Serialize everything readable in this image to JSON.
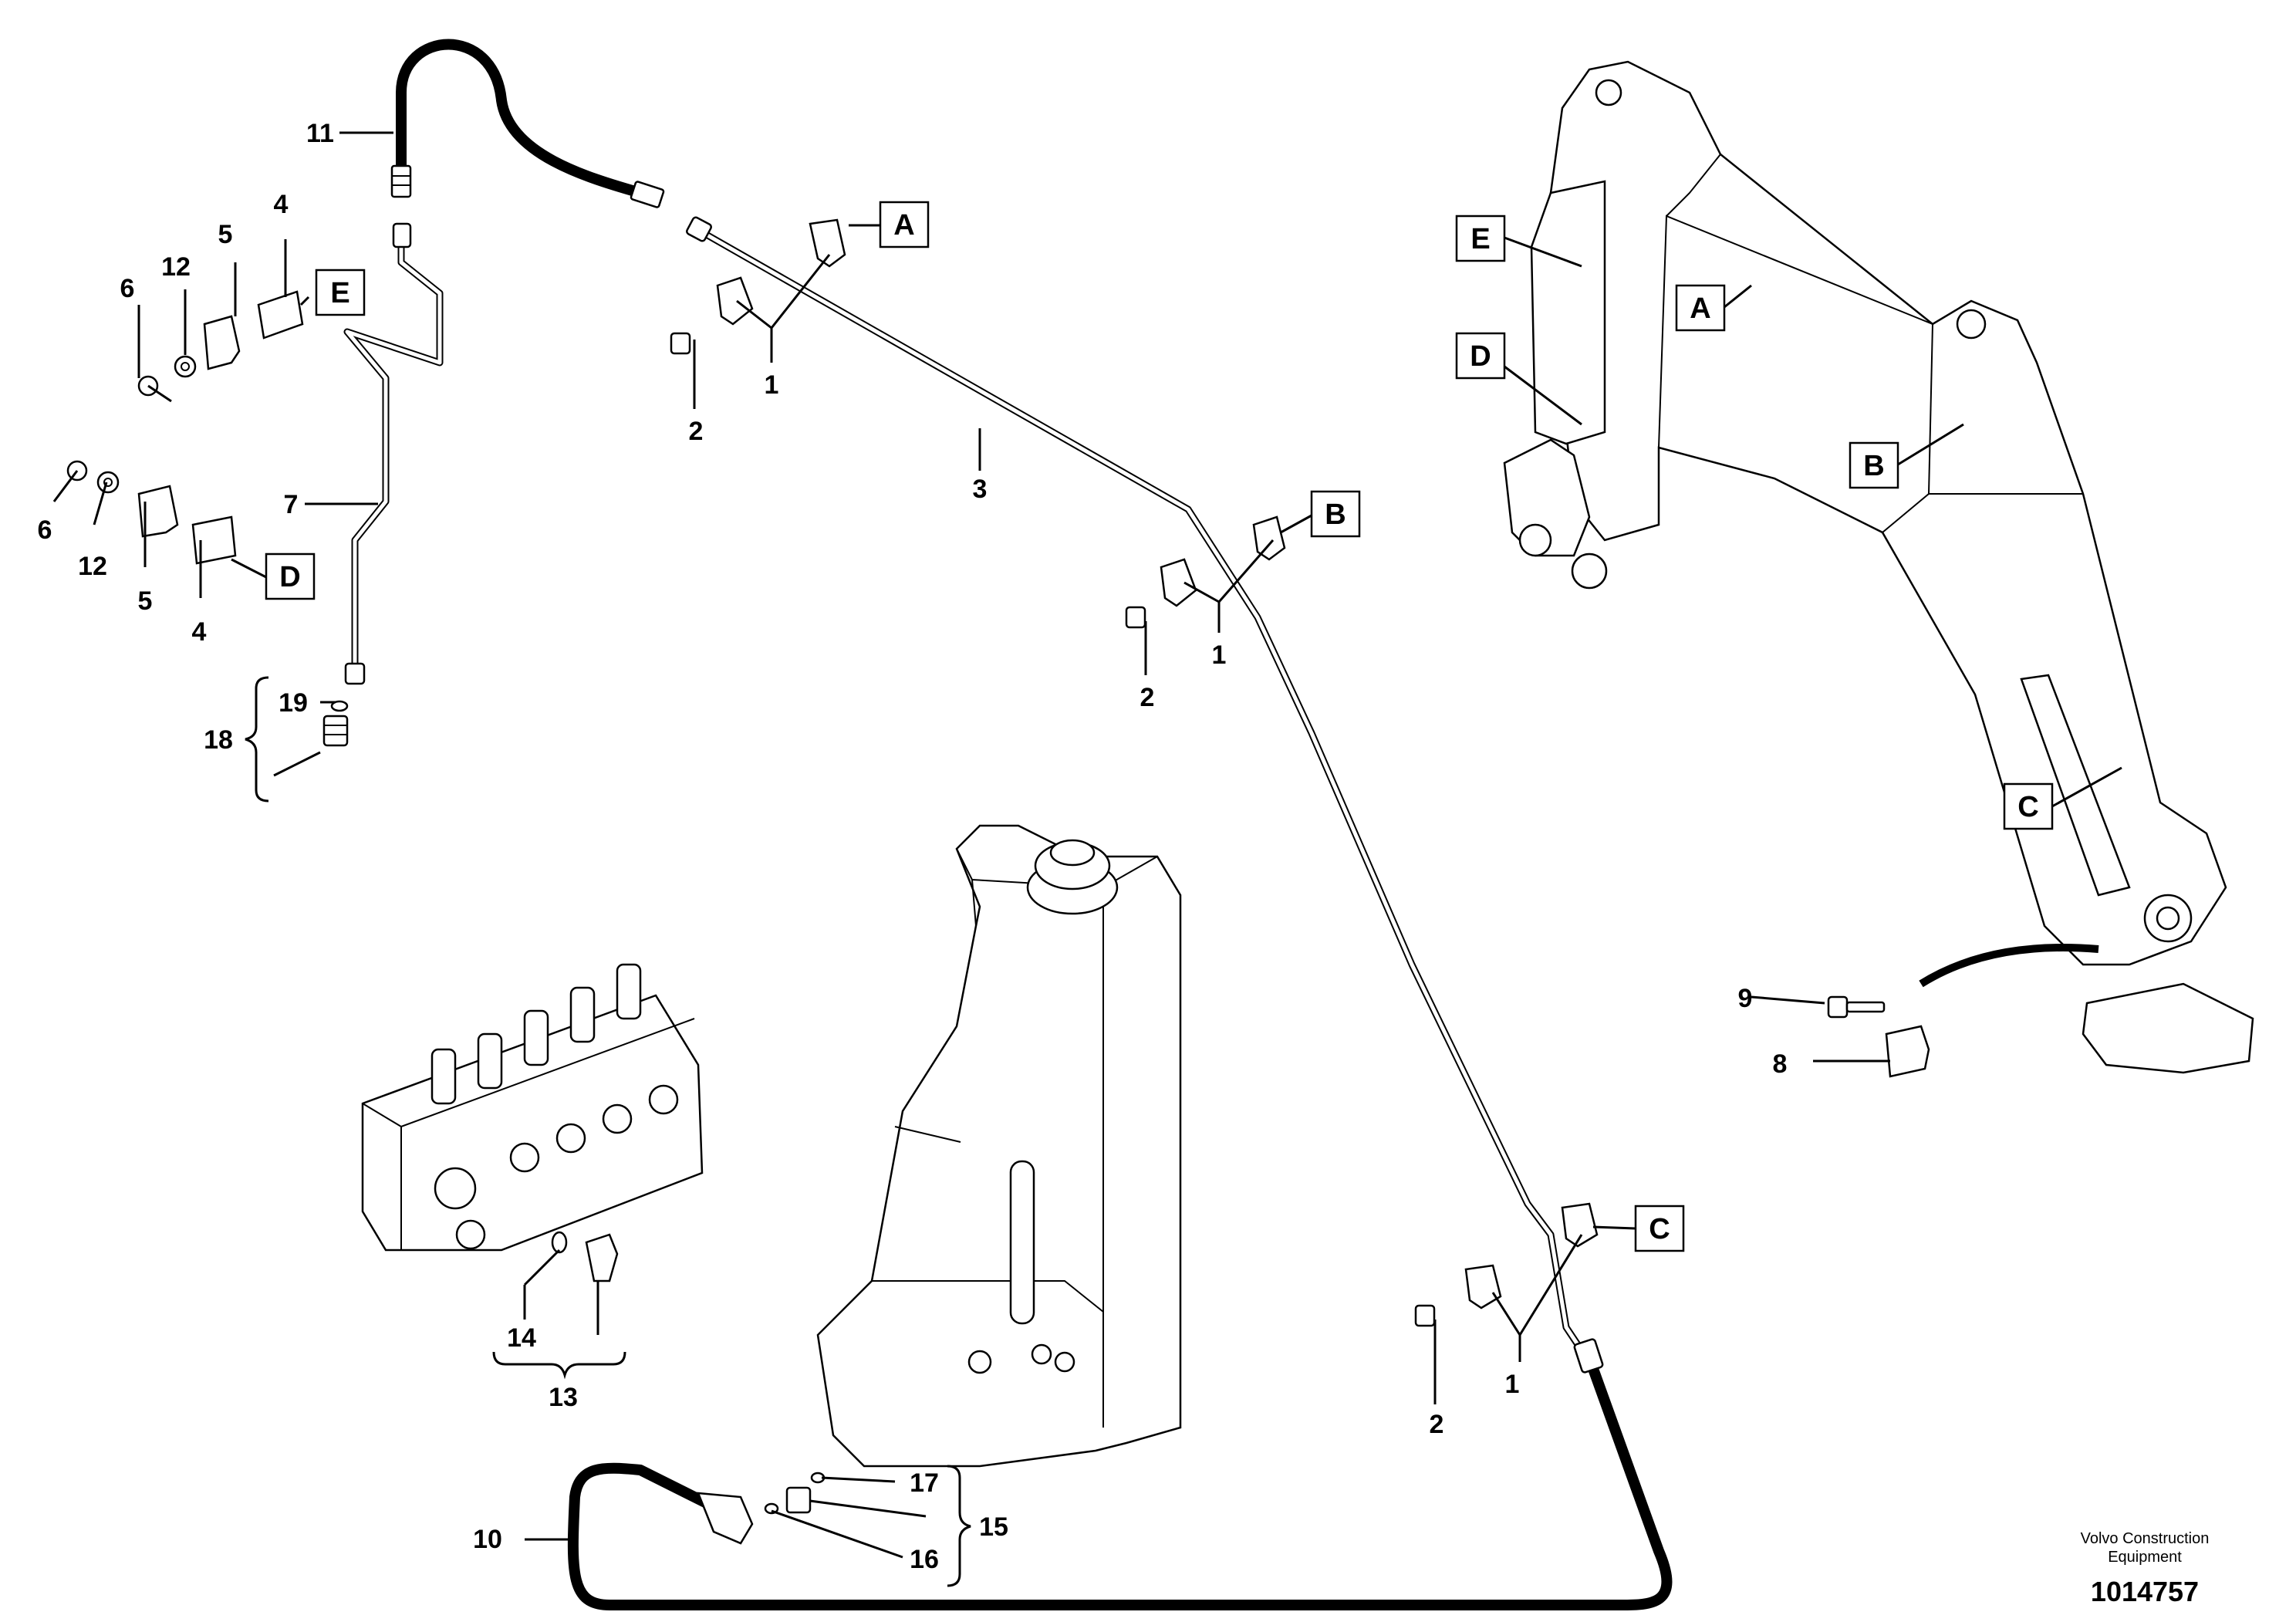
{
  "callouts": {
    "n1a": "1",
    "n1b": "1",
    "n1c": "1",
    "n2a": "2",
    "n2b": "2",
    "n2c": "2",
    "n3": "3",
    "n4a": "4",
    "n4b": "4",
    "n5a": "5",
    "n5b": "5",
    "n6a": "6",
    "n6b": "6",
    "n7": "7",
    "n8": "8",
    "n9": "9",
    "n10": "10",
    "n11": "11",
    "n12a": "12",
    "n12b": "12",
    "n13": "13",
    "n14": "14",
    "n15": "15",
    "n16": "16",
    "n17": "17",
    "n18": "18",
    "n19": "19"
  },
  "boxes": {
    "a_left": "A",
    "b_left": "B",
    "c_left": "C",
    "d_left": "D",
    "e_left": "E",
    "a_boom": "A",
    "b_boom": "B",
    "c_boom": "C",
    "d_boom": "D",
    "e_boom": "E"
  },
  "footer": {
    "company_line1": "Volvo Construction",
    "company_line2": "Equipment",
    "drawing_number": "1014757"
  }
}
